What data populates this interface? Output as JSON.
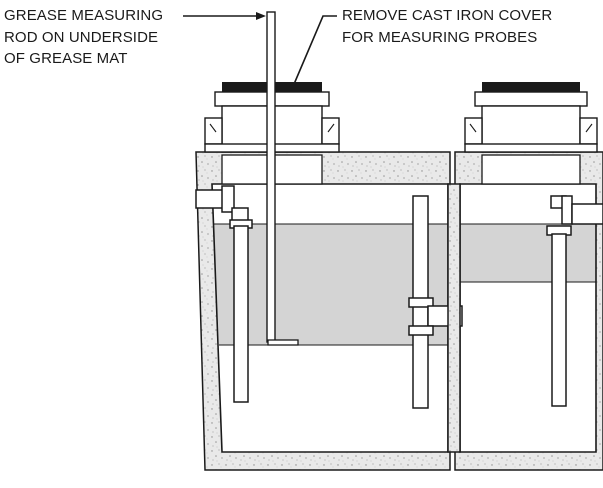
{
  "diagram": {
    "labels": {
      "rod_line1": "GREASE MEASURING",
      "rod_line2": "ROD ON UNDERSIDE",
      "rod_line3": "OF GREASE MAT",
      "cover_line1": "REMOVE CAST IRON COVER",
      "cover_line2": "FOR MEASURING PROBES"
    }
  },
  "colors": {
    "ink": "#1a1a1a",
    "grease_layer": "#d4d4d4",
    "concrete": "#e6e6e6",
    "background": "#ffffff"
  }
}
